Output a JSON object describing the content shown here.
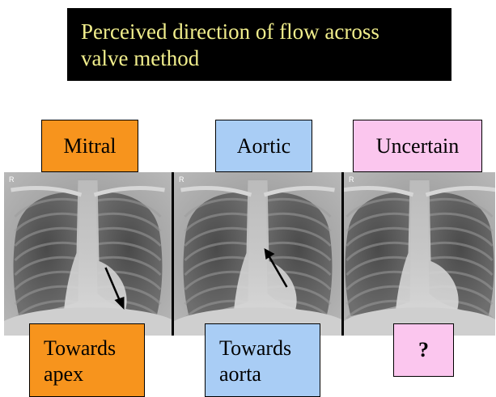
{
  "title": "Perceived direction of flow across\nvalve method",
  "colors": {
    "title_background": "#000000",
    "title_text": "#f1ee8c",
    "mitral": "#f7941d",
    "aortic": "#a9cdf5",
    "uncertain": "#fbc6ee"
  },
  "labels": {
    "mitral": "Mitral",
    "aortic": "Aortic",
    "uncertain": "Uncertain"
  },
  "images": [
    {
      "name": "chest-xray-mitral",
      "marker": "R",
      "arrow": "arrow pointing down toward apex"
    },
    {
      "name": "chest-xray-aortic",
      "marker": "R",
      "arrow": "arrow pointing up toward aorta"
    },
    {
      "name": "chest-xray-uncertain",
      "marker": "R",
      "arrow": "none"
    }
  ],
  "directions": {
    "mitral": "Towards\napex",
    "aortic": "Towards\naorta",
    "uncertain": "?"
  }
}
